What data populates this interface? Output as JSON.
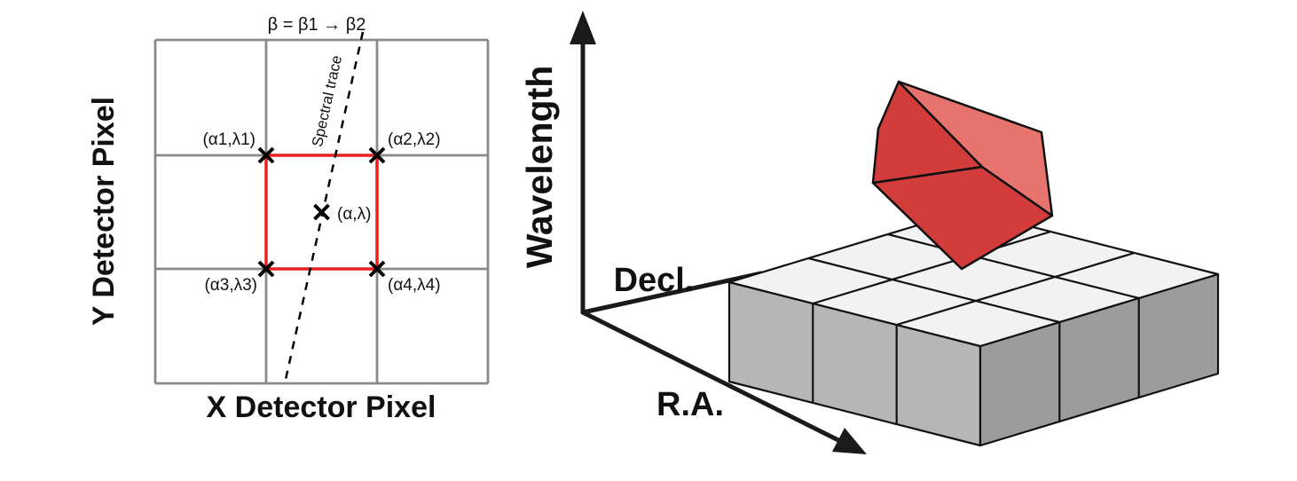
{
  "figure": {
    "left_panel": {
      "y_axis_label": "Y Detector Pixel",
      "x_axis_label": "X Detector Pixel",
      "beta_range_label": "β = β1 → β2",
      "spectral_trace_label": "Spectral trace",
      "pixel_corner_labels": {
        "top_left": "(α1,λ1)",
        "top_right": "(α2,λ2)",
        "bottom_left": "(α3,λ3)",
        "bottom_right": "(α4,λ4)",
        "center": "(α,λ)"
      },
      "colors": {
        "grid_line": "#8a8a8a",
        "pixel_highlight": "#e8211f",
        "trace_line": "#000000",
        "marker": "#000000"
      }
    },
    "right_panel": {
      "wavelength_axis_label": "Wavelength",
      "decl_axis_label": "Decl.",
      "ra_axis_label": "R.A.",
      "colors": {
        "axis": "#1a1a1a",
        "slab_top": "#f2f2f2",
        "slab_left": "#b6b6b6",
        "slab_right": "#9c9c9c",
        "voxel_light": "#e6736e",
        "voxel_dark": "#d23c3a"
      }
    }
  }
}
